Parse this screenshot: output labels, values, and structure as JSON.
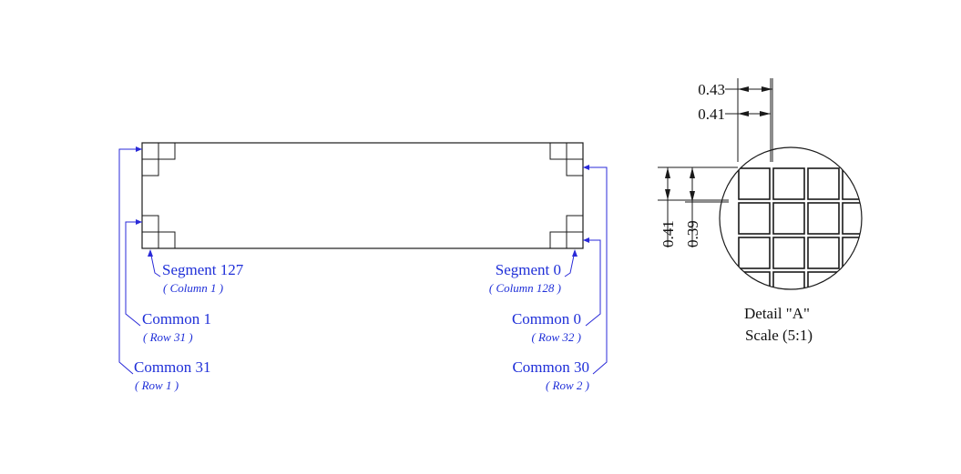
{
  "labels": {
    "segment_127": "Segment 127",
    "column_1": "( Column 1 )",
    "segment_0": "Segment 0",
    "column_128": "( Column 128 )",
    "common_1": "Common 1",
    "row_31": "( Row 31 )",
    "common_0": "Common 0",
    "row_32": "( Row 32 )",
    "common_31": "Common 31",
    "row_1": "( Row 1 )",
    "common_30": "Common 30",
    "row_2": "( Row 2 )"
  },
  "detail": {
    "title": "Detail \"A\"",
    "scale": "Scale (5:1)",
    "dim_pitch_h": "0.43",
    "dim_pixel_h": "0.41",
    "dim_pixel_v": "0.41",
    "dim_pitch_v": "0.39"
  },
  "colors": {
    "label_blue": "#1f2fd8",
    "line_black": "#1a1a1a"
  }
}
